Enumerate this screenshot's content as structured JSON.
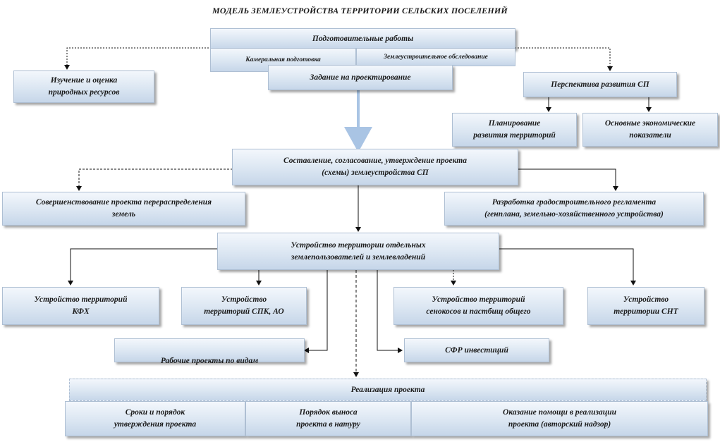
{
  "title": "МОДЕЛЬ ЗЕМЛЕУСТРОЙСТВА ТЕРРИТОРИИ СЕЛЬСКИХ ПОСЕЛЕНИЙ",
  "nodes": {
    "prep_works": "Подготовительные  работы",
    "kameral": "Камеральная подготовка",
    "survey": "Землеустроительное обследование",
    "task": "Задание на проектирование",
    "natural_resources": "Изучение и оценка\nприродных ресурсов",
    "perspective": "Перспектива развития СП",
    "planning": "Планирование\nразвития территорий",
    "economic": "Основные экономические\nпоказатели",
    "compose": "Составление, согласование, утверждение проекта\n(схемы) землеустройства СП",
    "improve_redistribution": "Совершенствование проекта перераспределения\nземель",
    "urban_regulation": "Разработка градостроительного регламента\n(генплана, земельно-хозяйственного устройства)",
    "individual_land": "Устройство территории отдельных\nземлепользователей и землевладений",
    "kfh": "Устройство территорий\nКФХ",
    "spk": "Устройство\nтерриторий СПК, АО",
    "pastures": "Устройство территорий\nсенокосов и пастбищ общего",
    "snt": "Устройство\nтерритории СНТ",
    "work_projects": "Рабочие проекты по видам",
    "work_projects_mark": "-",
    "sfr": "СФР инвестиций",
    "implementation": "Реализация проекта",
    "terms": "Сроки и порядок\nутверждения проекта",
    "staking": "Порядок выноса\nпроекта в натуру",
    "assistance": "Оказание помощи в реализации\nпроекта (авторский надзор)"
  }
}
